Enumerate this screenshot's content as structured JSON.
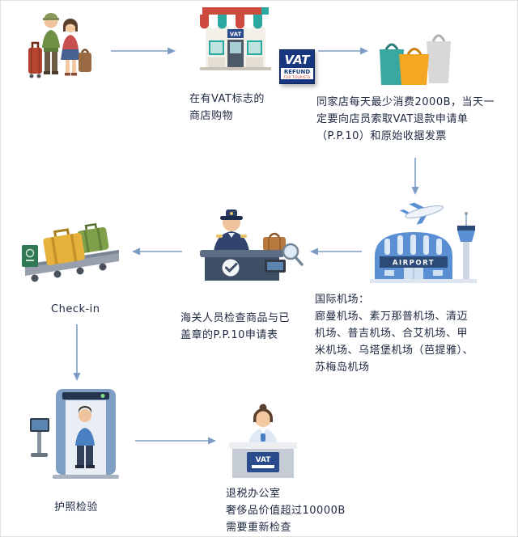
{
  "page": {
    "title": "Thailand VAT refund process flowchart",
    "background": "#ffffff"
  },
  "colors": {
    "arrow": "#7d9cc4",
    "text": "#1c2740",
    "vat_blue": "#16377f",
    "accent_red": "#cf4a3e",
    "accent_teal": "#2ba8a0"
  },
  "illustrations": {
    "tourists": "tourists-with-luggage",
    "shop": "vat-shop-storefront",
    "vat_sign": "vat-refund-logo",
    "bags": "shopping-bags",
    "airport": "airport-terminal",
    "customs": "customs-officer-desk",
    "conveyor": "checkin-luggage-conveyor",
    "gate": "passport-security-gate",
    "office": "refund-office-counter"
  },
  "signs": {
    "vat_logo": {
      "vat": "VAT",
      "refund": "REFUND",
      "for_tourists": "FOR TOURISTS"
    },
    "shop_sign": "VAT",
    "airport_sign": "AIRPORT",
    "office_sign": "VAT"
  },
  "texts": {
    "shop_caption": [
      "在有VAT标志的",
      "商店购物"
    ],
    "spend_caption": [
      "同家店每天最少消费2000B，当天一",
      "定要向店员索取VAT退款申请单",
      "（P.P.10）和原始收据发票"
    ],
    "airport_caption": [
      "国际机场：",
      "廊曼机场、素万那普机场、清迈",
      "机场、普吉机场、合艾机场、甲",
      "米机场、乌塔堡机场（芭提雅）、",
      "苏梅岛机场"
    ],
    "customs_caption": [
      "海关人员检查商品与已",
      "盖章的P.P.10申请表"
    ],
    "checkin_caption": "Check-in",
    "passport_caption": "护照检验",
    "office_caption": [
      "退税办公室",
      "奢侈品价值超过10000B",
      "需要重新检查"
    ]
  }
}
